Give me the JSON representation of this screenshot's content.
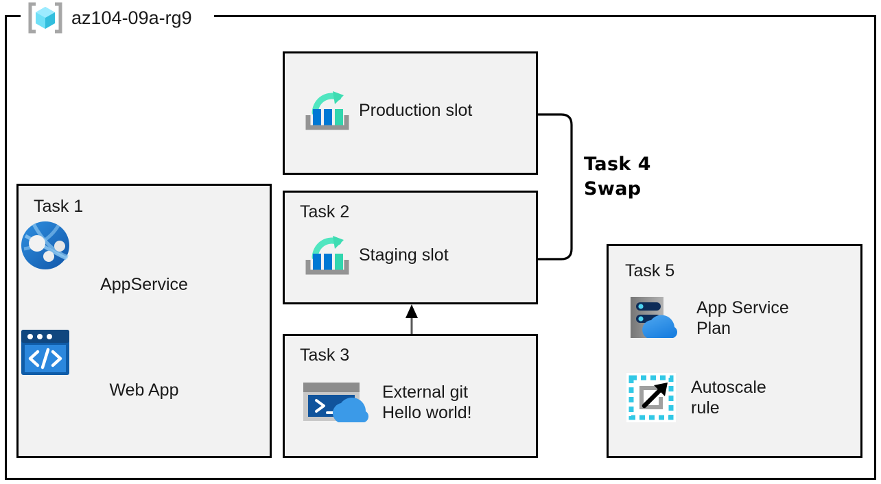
{
  "resource_group": {
    "name": "az104-09a-rg9",
    "icon": "resource-group-cube-icon"
  },
  "boxes": {
    "production": {
      "label": "",
      "item_label": "Production slot",
      "icon": "deployment-slot-icon"
    },
    "task1": {
      "label": "Task 1",
      "items": [
        {
          "label": "AppService",
          "icon": "app-service-globe-icon"
        },
        {
          "label": "Web App",
          "icon": "web-app-code-window-icon"
        }
      ]
    },
    "task2": {
      "label": "Task 2",
      "item_label": "Staging slot",
      "icon": "deployment-slot-icon"
    },
    "task3": {
      "label": "Task 3",
      "item_label": "External git\nHello world!",
      "icon": "cloud-shell-terminal-icon"
    },
    "task5": {
      "label": "Task 5",
      "items": [
        {
          "label": "App Service\nPlan",
          "icon": "app-service-plan-icon"
        },
        {
          "label": "Autoscale\nrule",
          "icon": "autoscale-rule-icon"
        }
      ]
    }
  },
  "annotations": {
    "swap": "Task 4\nSwap"
  },
  "colors": {
    "box_fill": "#f2f2f2",
    "box_border": "#000000",
    "azure_blue": "#0078d4",
    "azure_teal": "#50e6c0",
    "azure_navy": "#0a2e5c",
    "cube_cyan": "#50e6ff",
    "gray": "#949494"
  }
}
